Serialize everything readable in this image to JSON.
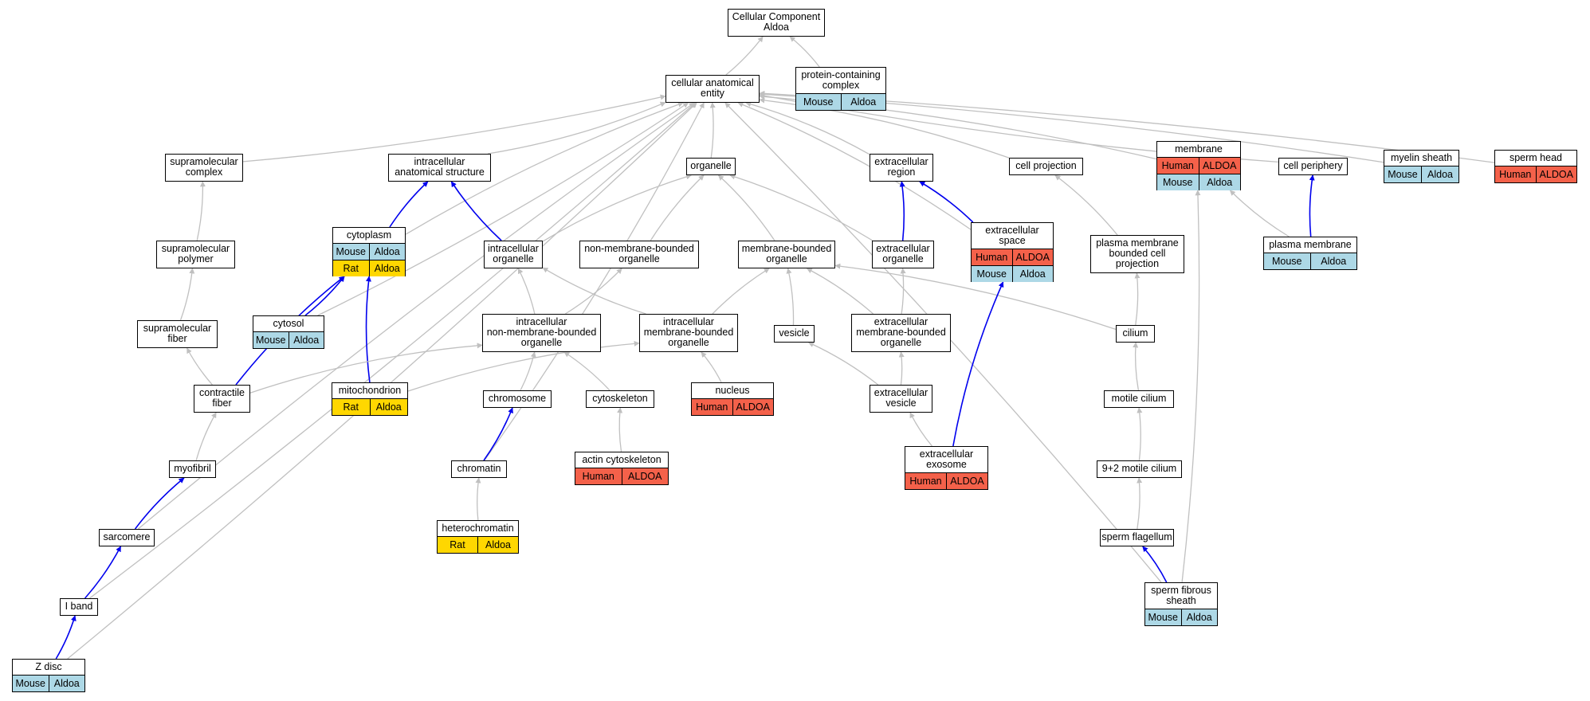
{
  "diagram": {
    "colors": {
      "edge_gray": "#c0c0c0",
      "edge_blue": "#0000ee",
      "Mouse": "#add8e6",
      "Rat": "#ffd700",
      "Human": "#f4614a"
    },
    "nodes": [
      {
        "id": "cc",
        "lines": [
          "Cellular Component",
          "Aldoa"
        ],
        "rows": []
      },
      {
        "id": "cae",
        "lines": [
          "cellular anatomical",
          "entity"
        ],
        "rows": []
      },
      {
        "id": "pcc",
        "lines": [
          "protein-containing",
          "complex"
        ],
        "rows": [
          [
            "Mouse",
            "Aldoa"
          ]
        ]
      },
      {
        "id": "smc",
        "lines": [
          "supramolecular",
          "complex"
        ],
        "rows": []
      },
      {
        "id": "ias",
        "lines": [
          "intracellular",
          "anatomical structure"
        ],
        "rows": []
      },
      {
        "id": "org",
        "lines": [
          "organelle"
        ],
        "rows": []
      },
      {
        "id": "exr",
        "lines": [
          "extracellular",
          "region"
        ],
        "rows": []
      },
      {
        "id": "cproj",
        "lines": [
          "cell projection"
        ],
        "rows": []
      },
      {
        "id": "mem",
        "lines": [
          "membrane"
        ],
        "rows": [
          [
            "Human",
            "ALDOA"
          ],
          [
            "Mouse",
            "Aldoa"
          ]
        ]
      },
      {
        "id": "cper",
        "lines": [
          "cell periphery"
        ],
        "rows": []
      },
      {
        "id": "mys",
        "lines": [
          "myelin sheath"
        ],
        "rows": [
          [
            "Mouse",
            "Aldoa"
          ]
        ]
      },
      {
        "id": "shead",
        "lines": [
          "sperm head"
        ],
        "rows": [
          [
            "Human",
            "ALDOA"
          ]
        ]
      },
      {
        "id": "smp",
        "lines": [
          "supramolecular",
          "polymer"
        ],
        "rows": []
      },
      {
        "id": "cyto",
        "lines": [
          "cytoplasm"
        ],
        "rows": [
          [
            "Mouse",
            "Aldoa"
          ],
          [
            "Rat",
            "Aldoa"
          ]
        ]
      },
      {
        "id": "io",
        "lines": [
          "intracellular",
          "organelle"
        ],
        "rows": []
      },
      {
        "id": "nmbo",
        "lines": [
          "non-membrane-bounded",
          "organelle"
        ],
        "rows": []
      },
      {
        "id": "mbo",
        "lines": [
          "membrane-bounded",
          "organelle"
        ],
        "rows": []
      },
      {
        "id": "exo",
        "lines": [
          "extracellular",
          "organelle"
        ],
        "rows": []
      },
      {
        "id": "exs",
        "lines": [
          "extracellular",
          "space"
        ],
        "rows": [
          [
            "Human",
            "ALDOA"
          ],
          [
            "Mouse",
            "Aldoa"
          ]
        ]
      },
      {
        "id": "pmbcp",
        "lines": [
          "plasma membrane",
          "bounded cell",
          "projection"
        ],
        "rows": []
      },
      {
        "id": "pm",
        "lines": [
          "plasma membrane"
        ],
        "rows": [
          [
            "Mouse",
            "Aldoa"
          ]
        ]
      },
      {
        "id": "smf",
        "lines": [
          "supramolecular",
          "fiber"
        ],
        "rows": []
      },
      {
        "id": "cytosol",
        "lines": [
          "cytosol"
        ],
        "rows": [
          [
            "Mouse",
            "Aldoa"
          ]
        ]
      },
      {
        "id": "inmbo",
        "lines": [
          "intracellular",
          "non-membrane-bounded",
          "organelle"
        ],
        "rows": []
      },
      {
        "id": "imbo",
        "lines": [
          "intracellular",
          "membrane-bounded",
          "organelle"
        ],
        "rows": []
      },
      {
        "id": "ves",
        "lines": [
          "vesicle"
        ],
        "rows": []
      },
      {
        "id": "exmbo",
        "lines": [
          "extracellular",
          "membrane-bounded",
          "organelle"
        ],
        "rows": []
      },
      {
        "id": "cil",
        "lines": [
          "cilium"
        ],
        "rows": []
      },
      {
        "id": "cf",
        "lines": [
          "contractile",
          "fiber"
        ],
        "rows": []
      },
      {
        "id": "mito",
        "lines": [
          "mitochondrion"
        ],
        "rows": [
          [
            "Rat",
            "Aldoa"
          ]
        ]
      },
      {
        "id": "chrom",
        "lines": [
          "chromosome"
        ],
        "rows": []
      },
      {
        "id": "csk",
        "lines": [
          "cytoskeleton"
        ],
        "rows": []
      },
      {
        "id": "nuc",
        "lines": [
          "nucleus"
        ],
        "rows": [
          [
            "Human",
            "ALDOA"
          ]
        ]
      },
      {
        "id": "exv",
        "lines": [
          "extracellular",
          "vesicle"
        ],
        "rows": []
      },
      {
        "id": "mcil",
        "lines": [
          "motile cilium"
        ],
        "rows": []
      },
      {
        "id": "acsk",
        "lines": [
          "actin cytoskeleton"
        ],
        "rows": [
          [
            "Human",
            "ALDOA"
          ]
        ]
      },
      {
        "id": "exex",
        "lines": [
          "extracellular",
          "exosome"
        ],
        "rows": [
          [
            "Human",
            "ALDOA"
          ]
        ]
      },
      {
        "id": "myof",
        "lines": [
          "myofibril"
        ],
        "rows": []
      },
      {
        "id": "chromatin",
        "lines": [
          "chromatin"
        ],
        "rows": []
      },
      {
        "id": "c92",
        "lines": [
          "9+2 motile cilium"
        ],
        "rows": []
      },
      {
        "id": "hchrom",
        "lines": [
          "heterochromatin"
        ],
        "rows": [
          [
            "Rat",
            "Aldoa"
          ]
        ]
      },
      {
        "id": "sarc",
        "lines": [
          "sarcomere"
        ],
        "rows": []
      },
      {
        "id": "sflag",
        "lines": [
          "sperm flagellum"
        ],
        "rows": []
      },
      {
        "id": "iband",
        "lines": [
          "I band"
        ],
        "rows": []
      },
      {
        "id": "sfs",
        "lines": [
          "sperm fibrous",
          "sheath"
        ],
        "rows": [
          [
            "Mouse",
            "Aldoa"
          ]
        ]
      },
      {
        "id": "zdisc",
        "lines": [
          "Z disc"
        ],
        "rows": [
          [
            "Mouse",
            "Aldoa"
          ]
        ]
      }
    ],
    "edges": [
      {
        "from": "cae",
        "to": "cc",
        "color": "gray"
      },
      {
        "from": "pcc",
        "to": "cc",
        "color": "gray"
      },
      {
        "from": "smc",
        "to": "cae",
        "color": "gray"
      },
      {
        "from": "ias",
        "to": "cae",
        "color": "gray"
      },
      {
        "from": "org",
        "to": "cae",
        "color": "gray"
      },
      {
        "from": "exr",
        "to": "cae",
        "color": "gray"
      },
      {
        "from": "cproj",
        "to": "cae",
        "color": "gray"
      },
      {
        "from": "mem",
        "to": "cae",
        "color": "gray"
      },
      {
        "from": "cper",
        "to": "cae",
        "color": "gray"
      },
      {
        "from": "mys",
        "to": "cae",
        "color": "gray"
      },
      {
        "from": "shead",
        "to": "cae",
        "color": "gray"
      },
      {
        "from": "cyto",
        "to": "cae",
        "color": "gray"
      },
      {
        "from": "cytosol",
        "to": "cae",
        "color": "gray"
      },
      {
        "from": "exs",
        "to": "cae",
        "color": "gray"
      },
      {
        "from": "chromatin",
        "to": "cae",
        "color": "gray"
      },
      {
        "from": "sarc",
        "to": "cae",
        "color": "gray"
      },
      {
        "from": "iband",
        "to": "cae",
        "color": "gray"
      },
      {
        "from": "zdisc",
        "to": "cae",
        "color": "gray"
      },
      {
        "from": "sfs",
        "to": "cae",
        "color": "gray"
      },
      {
        "from": "smp",
        "to": "smc",
        "color": "gray"
      },
      {
        "from": "smf",
        "to": "smp",
        "color": "gray"
      },
      {
        "from": "cf",
        "to": "smf",
        "color": "gray"
      },
      {
        "from": "myof",
        "to": "cf",
        "color": "gray"
      },
      {
        "from": "cyto",
        "to": "ias",
        "color": "blue"
      },
      {
        "from": "io",
        "to": "ias",
        "color": "blue"
      },
      {
        "from": "io",
        "to": "org",
        "color": "gray"
      },
      {
        "from": "nmbo",
        "to": "org",
        "color": "gray"
      },
      {
        "from": "mbo",
        "to": "org",
        "color": "gray"
      },
      {
        "from": "exo",
        "to": "org",
        "color": "gray"
      },
      {
        "from": "exo",
        "to": "exr",
        "color": "blue"
      },
      {
        "from": "exs",
        "to": "exr",
        "color": "blue"
      },
      {
        "from": "pmbcp",
        "to": "cproj",
        "color": "gray"
      },
      {
        "from": "pm",
        "to": "mem",
        "color": "gray"
      },
      {
        "from": "pm",
        "to": "cper",
        "color": "blue"
      },
      {
        "from": "sfs",
        "to": "mem",
        "color": "gray"
      },
      {
        "from": "cytosol",
        "to": "cyto",
        "color": "blue"
      },
      {
        "from": "cf",
        "to": "cyto",
        "color": "blue"
      },
      {
        "from": "mito",
        "to": "cyto",
        "color": "blue"
      },
      {
        "from": "inmbo",
        "to": "io",
        "color": "gray"
      },
      {
        "from": "imbo",
        "to": "io",
        "color": "gray"
      },
      {
        "from": "inmbo",
        "to": "nmbo",
        "color": "gray"
      },
      {
        "from": "imbo",
        "to": "mbo",
        "color": "gray"
      },
      {
        "from": "ves",
        "to": "mbo",
        "color": "gray"
      },
      {
        "from": "exmbo",
        "to": "mbo",
        "color": "gray"
      },
      {
        "from": "cil",
        "to": "mbo",
        "color": "gray"
      },
      {
        "from": "exmbo",
        "to": "exo",
        "color": "gray"
      },
      {
        "from": "cil",
        "to": "pmbcp",
        "color": "gray"
      },
      {
        "from": "exex",
        "to": "exs",
        "color": "blue"
      },
      {
        "from": "cf",
        "to": "inmbo",
        "color": "gray"
      },
      {
        "from": "chrom",
        "to": "inmbo",
        "color": "gray"
      },
      {
        "from": "csk",
        "to": "inmbo",
        "color": "gray"
      },
      {
        "from": "mito",
        "to": "imbo",
        "color": "gray"
      },
      {
        "from": "nuc",
        "to": "imbo",
        "color": "gray"
      },
      {
        "from": "exv",
        "to": "ves",
        "color": "gray"
      },
      {
        "from": "exv",
        "to": "exmbo",
        "color": "gray"
      },
      {
        "from": "exex",
        "to": "exv",
        "color": "gray"
      },
      {
        "from": "mcil",
        "to": "cil",
        "color": "gray"
      },
      {
        "from": "acsk",
        "to": "csk",
        "color": "gray"
      },
      {
        "from": "chromatin",
        "to": "chrom",
        "color": "blue"
      },
      {
        "from": "c92",
        "to": "mcil",
        "color": "gray"
      },
      {
        "from": "hchrom",
        "to": "chromatin",
        "color": "gray"
      },
      {
        "from": "sarc",
        "to": "myof",
        "color": "blue"
      },
      {
        "from": "sflag",
        "to": "c92",
        "color": "gray"
      },
      {
        "from": "iband",
        "to": "sarc",
        "color": "blue"
      },
      {
        "from": "sfs",
        "to": "sflag",
        "color": "blue"
      },
      {
        "from": "zdisc",
        "to": "iband",
        "color": "blue"
      }
    ]
  }
}
